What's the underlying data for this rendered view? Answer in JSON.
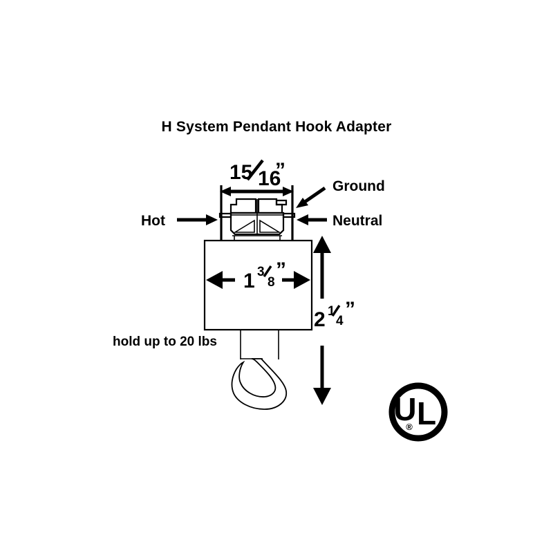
{
  "page": {
    "background_color": "#ffffff",
    "ink_color": "#000000"
  },
  "title": {
    "text": "H System Pendant Hook Adapter"
  },
  "dimensions": {
    "width_top": {
      "label_whole": "",
      "label_numerator": "15",
      "label_denominator": "16",
      "label_unit": "”",
      "full_text": "15/16”",
      "orientation": "horizontal",
      "measures": "connector-width"
    },
    "width_body": {
      "label_whole": "1",
      "label_numerator": "3",
      "label_denominator": "8",
      "label_unit": "”",
      "full_text": "1 3/8”",
      "orientation": "horizontal",
      "measures": "body-width"
    },
    "height_overall": {
      "label_whole": "2",
      "label_numerator": "1",
      "label_denominator": "4",
      "label_unit": "”",
      "full_text": "2 1/4”",
      "orientation": "vertical",
      "measures": "overall-height"
    }
  },
  "callouts": [
    {
      "id": "hot",
      "label": "Hot",
      "arrow": "right",
      "side": "left"
    },
    {
      "id": "ground",
      "label": "Ground",
      "arrow": "diagonal-down-left",
      "side": "right"
    },
    {
      "id": "neutral",
      "label": "Neutral",
      "arrow": "left",
      "side": "right"
    }
  ],
  "notes": {
    "capacity": "hold up to 20 lbs"
  },
  "certification": {
    "mark": "UL",
    "letter_u": "U",
    "letter_l": "L",
    "registered_symbol": "®",
    "shape": "circle"
  },
  "icons": {
    "arrow_left": "arrow-left-icon",
    "arrow_right": "arrow-right-icon",
    "arrow_up": "arrow-up-icon",
    "arrow_down": "arrow-down-icon",
    "ul_mark": "ul-certification-icon"
  }
}
